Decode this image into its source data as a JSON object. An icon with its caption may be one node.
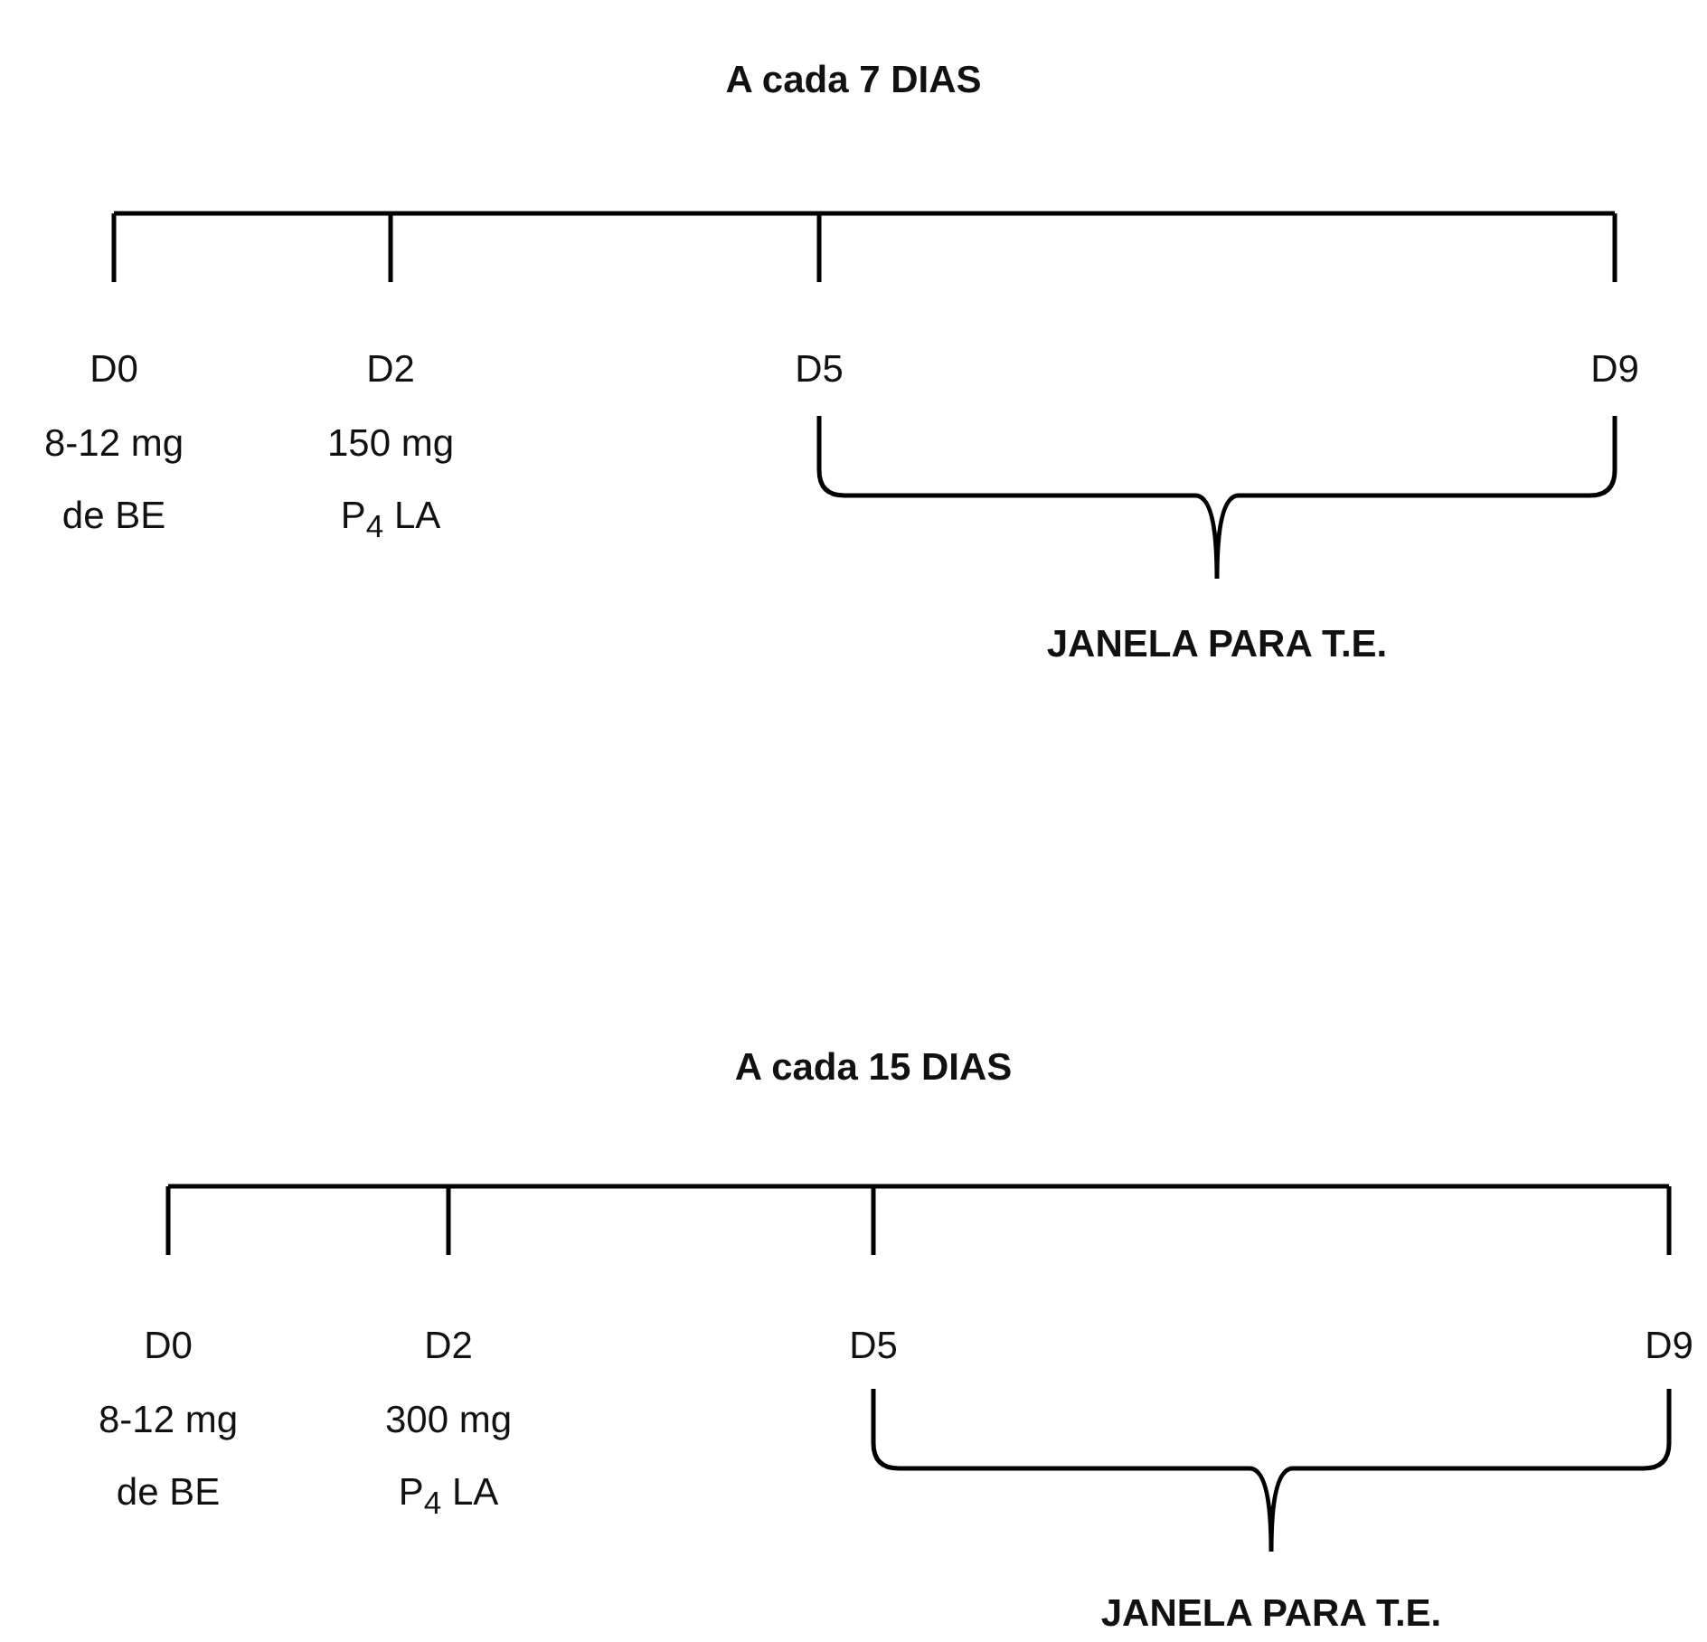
{
  "diagram": {
    "labels": [
      "A cada 7 DIAS",
      "D0",
      "8-12 mg de BE",
      "D2",
      "150 mg P$_{4}$ LA",
      "D5",
      "D9",
      "JANELA PARA T.E.",
      "A cada 15 DIAS",
      "D0",
      "8-12 mg de BE",
      "D2",
      "300 mg P$_{4}$ LA",
      "D5",
      "D9",
      "JANELA PARA T.E."
    ]
  }
}
